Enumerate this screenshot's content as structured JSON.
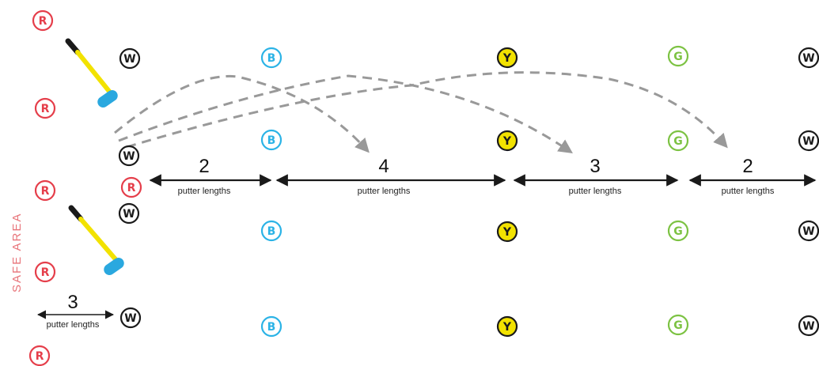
{
  "safe_area_label": "SAFE AREA",
  "colors": {
    "red": "#e53e4a",
    "white": "#1a1a1a",
    "blue": "#2bb3e6",
    "yellow": "#f2e200",
    "green": "#7cc242",
    "putter_shaft": "#f2e200",
    "putter_grip": "#1a1a1a",
    "putter_head": "#2aa8df",
    "arrow": "#999999"
  },
  "ball_letters": {
    "red": "R",
    "white": "W",
    "blue": "B",
    "yellow": "Y",
    "green": "G"
  },
  "distances": [
    {
      "number": "2",
      "unit": "putter lengths"
    },
    {
      "number": "4",
      "unit": "putter lengths"
    },
    {
      "number": "3",
      "unit": "putter lengths"
    },
    {
      "number": "2",
      "unit": "putter lengths"
    }
  ],
  "safe_distance": {
    "number": "3",
    "unit": "putter lengths"
  }
}
